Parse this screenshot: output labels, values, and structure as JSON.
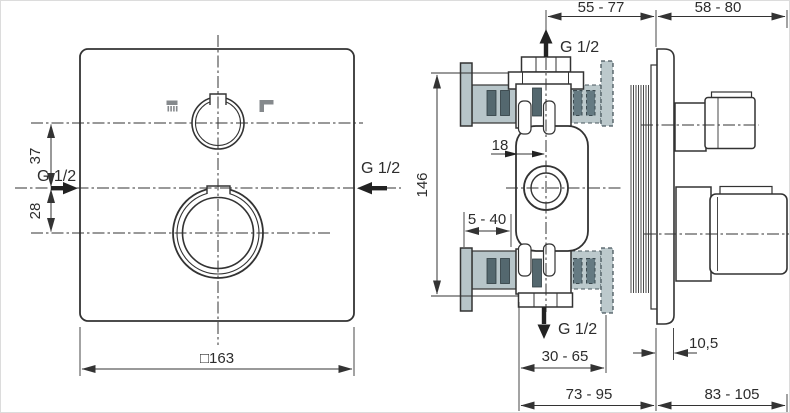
{
  "drawing": {
    "front_view": {
      "dim_offset_upper": "37",
      "dim_offset_lower": "28",
      "label_inlet_left": "G 1/2",
      "label_inlet_right": "G 1/2",
      "dim_plate_width": "□163",
      "icons": {
        "left": "handshower-icon",
        "right": "spout-icon"
      }
    },
    "section_view": {
      "label_outlet_top": "G 1/2",
      "label_outlet_bottom": "G 1/2",
      "dim_body_height": "146",
      "dim_center_offset": "18",
      "dim_rail_range": "5 - 40",
      "dim_rough_in_range": "30 - 65",
      "dim_installation_body": "55 - 77",
      "dim_installation_trim": "58 - 80",
      "dim_total_left": "73 - 95",
      "dim_total_right": "83 - 105",
      "dim_plate_offset": "10,5"
    },
    "colors": {
      "line": "#333333",
      "wall_fill": "#b7c5c9",
      "anchor_fill": "#54686f"
    }
  }
}
